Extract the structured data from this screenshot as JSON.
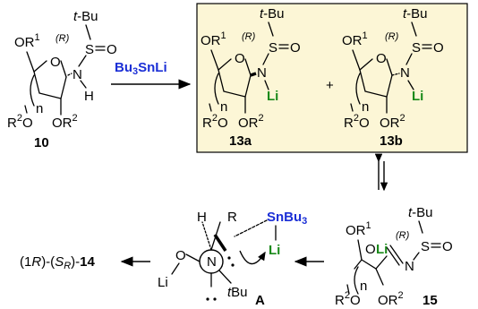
{
  "reagent": "Bu3SnLi",
  "compounds": {
    "c10": {
      "label": "10"
    },
    "c13a": {
      "label": "13a"
    },
    "c13b": {
      "label": "13b"
    },
    "c15": {
      "label": "15"
    },
    "cA": {
      "label": "A"
    },
    "c14": {
      "prefix": "(1",
      "r": "R",
      "mid": ")-(",
      "s": "S",
      "sub": "R",
      "close": ")-",
      "num": "14"
    }
  },
  "atoms": {
    "tbu": "t-Bu",
    "r_config": "(R)",
    "s": "S",
    "o": "O",
    "n": "N",
    "h": "H",
    "li": "Li",
    "or1": "OR",
    "sup1": "1",
    "r2": "R",
    "sup2": "2",
    "or2": "OR",
    "n_index": "n",
    "r": "R",
    "snbu3": "SnBu",
    "sub3": "3",
    "tbu_italic": "tBu",
    "plus": "+"
  },
  "colors": {
    "box_fill": "#fcf6d6",
    "reagent": "#1b2fd6",
    "lithium": "#1a8a1a"
  }
}
